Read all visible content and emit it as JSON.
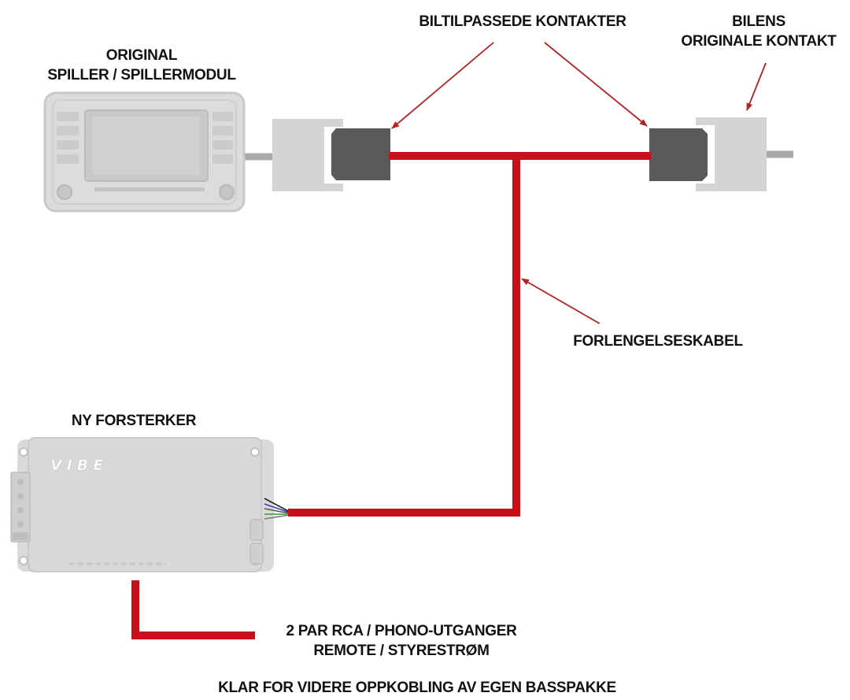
{
  "labels": {
    "original": {
      "line1": "ORIGINAL",
      "line2": "SPILLER / SPILLERMODUL"
    },
    "adapter_connectors": "BILTILPASSEDE KONTAKTER",
    "car_connector": {
      "line1": "BILENS",
      "line2": "ORIGINALE KONTAKT"
    },
    "extension_cable": "FORLENGELSESKABEL",
    "new_amplifier": "NY FORSTERKER",
    "outputs": {
      "line1": "2 PAR RCA / PHONO-UTGANGER",
      "line2": "REMOTE / STYRESTRØM"
    },
    "footer": "KLAR FOR VIDERE OPPKOBLING AV EGEN BASSPAKKE"
  },
  "amplifier_brand": "VIBE",
  "colors": {
    "cable": "#c8101a",
    "connector_dark": "#5a5a5a",
    "connector_light": "#d4d4d4",
    "device_gray": "#d9d9d9",
    "arrow": "#b22222",
    "text": "#111111"
  }
}
